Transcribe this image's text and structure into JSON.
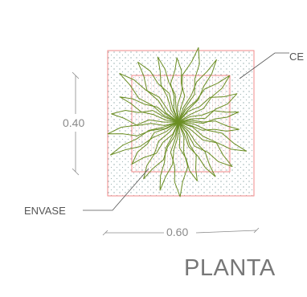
{
  "drawing": {
    "title": "PLANTA",
    "container_label": "ENVASE",
    "plant_label": "CE",
    "width_dimension": "0.60",
    "height_dimension": "0.40",
    "colors": {
      "container_outline": "#f08a8a",
      "plant_foliage": "#6b8e23",
      "gravel_dots": "#8fa8a8",
      "dimension_lines": "#8a8a8a",
      "leader_lines": "#555555",
      "title_text": "#777777"
    }
  }
}
